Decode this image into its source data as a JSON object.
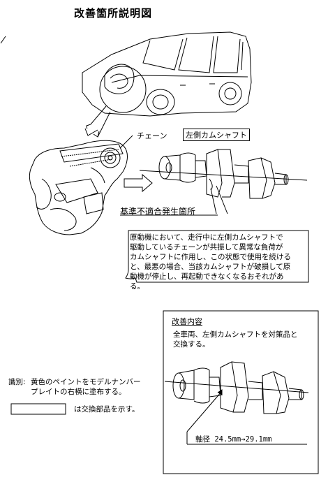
{
  "title": "改善箇所説明図",
  "labels": {
    "chain": "チェーン",
    "left_camshaft": "左側カムシャフト",
    "defect_location": "基準不適合発生箇所"
  },
  "description": {
    "lines": [
      "原動機において、走行中に左側カムシャフトで",
      "駆動しているチェーンが共振して異常な負荷が",
      "カムシャフトに作用し、この状態で使用を続ける",
      "と、最悪の場合、当該カムシャフトが破損して原",
      "動機が停止し、再起動できなくなるおそれがあ",
      "る。"
    ]
  },
  "identification": {
    "label": "識別:",
    "lines": [
      "黄色のペイントをモデルナンバー",
      "プレイトの右横に塗布する。"
    ]
  },
  "legend": {
    "text": "は交換部品を示す。"
  },
  "improvement": {
    "heading": "改善内容",
    "lines": [
      "全車両、左側カムシャフトを対策品と",
      "交換する。"
    ],
    "diameter": "軸径 24.5mm→29.1mm"
  }
}
